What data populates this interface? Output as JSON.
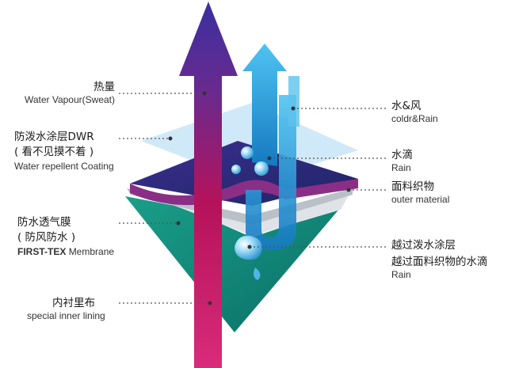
{
  "colors": {
    "heat_arrow": "#c4145f",
    "heat_arrow_top": "#3a2a8c",
    "cold_arrow": "#1f9fd8",
    "dwr_layer": "#2c2a7a",
    "outer_edge": "#7a2a78",
    "membrane_layer": "#d8dde2",
    "inner_lining": "#0f8a7a",
    "water_drop": "#6fc6ec",
    "leader_line": "#555555"
  },
  "labels_left": [
    {
      "zh": "热量",
      "en": "Water Vapour(Sweat)"
    },
    {
      "zh": "防泼水涂层DWR",
      "zh2": "( 看不见摸不着 )",
      "en": "Water repellent Coating"
    },
    {
      "zh": "防水透气膜",
      "zh2": "( 防风防水 )",
      "en": "FIRST-TEX",
      "en_suffix": "Membrane"
    },
    {
      "zh": "内衬里布",
      "en": "special inner lining"
    }
  ],
  "labels_right": [
    {
      "zh": "水&风",
      "en": "coldr&Rain"
    },
    {
      "zh": "水滴",
      "en": "Rain"
    },
    {
      "zh": "面料织物",
      "en": "outer material"
    },
    {
      "zh": "越过泼水涂层",
      "zh2": "越过面料织物的水滴",
      "en": "Rain"
    }
  ]
}
